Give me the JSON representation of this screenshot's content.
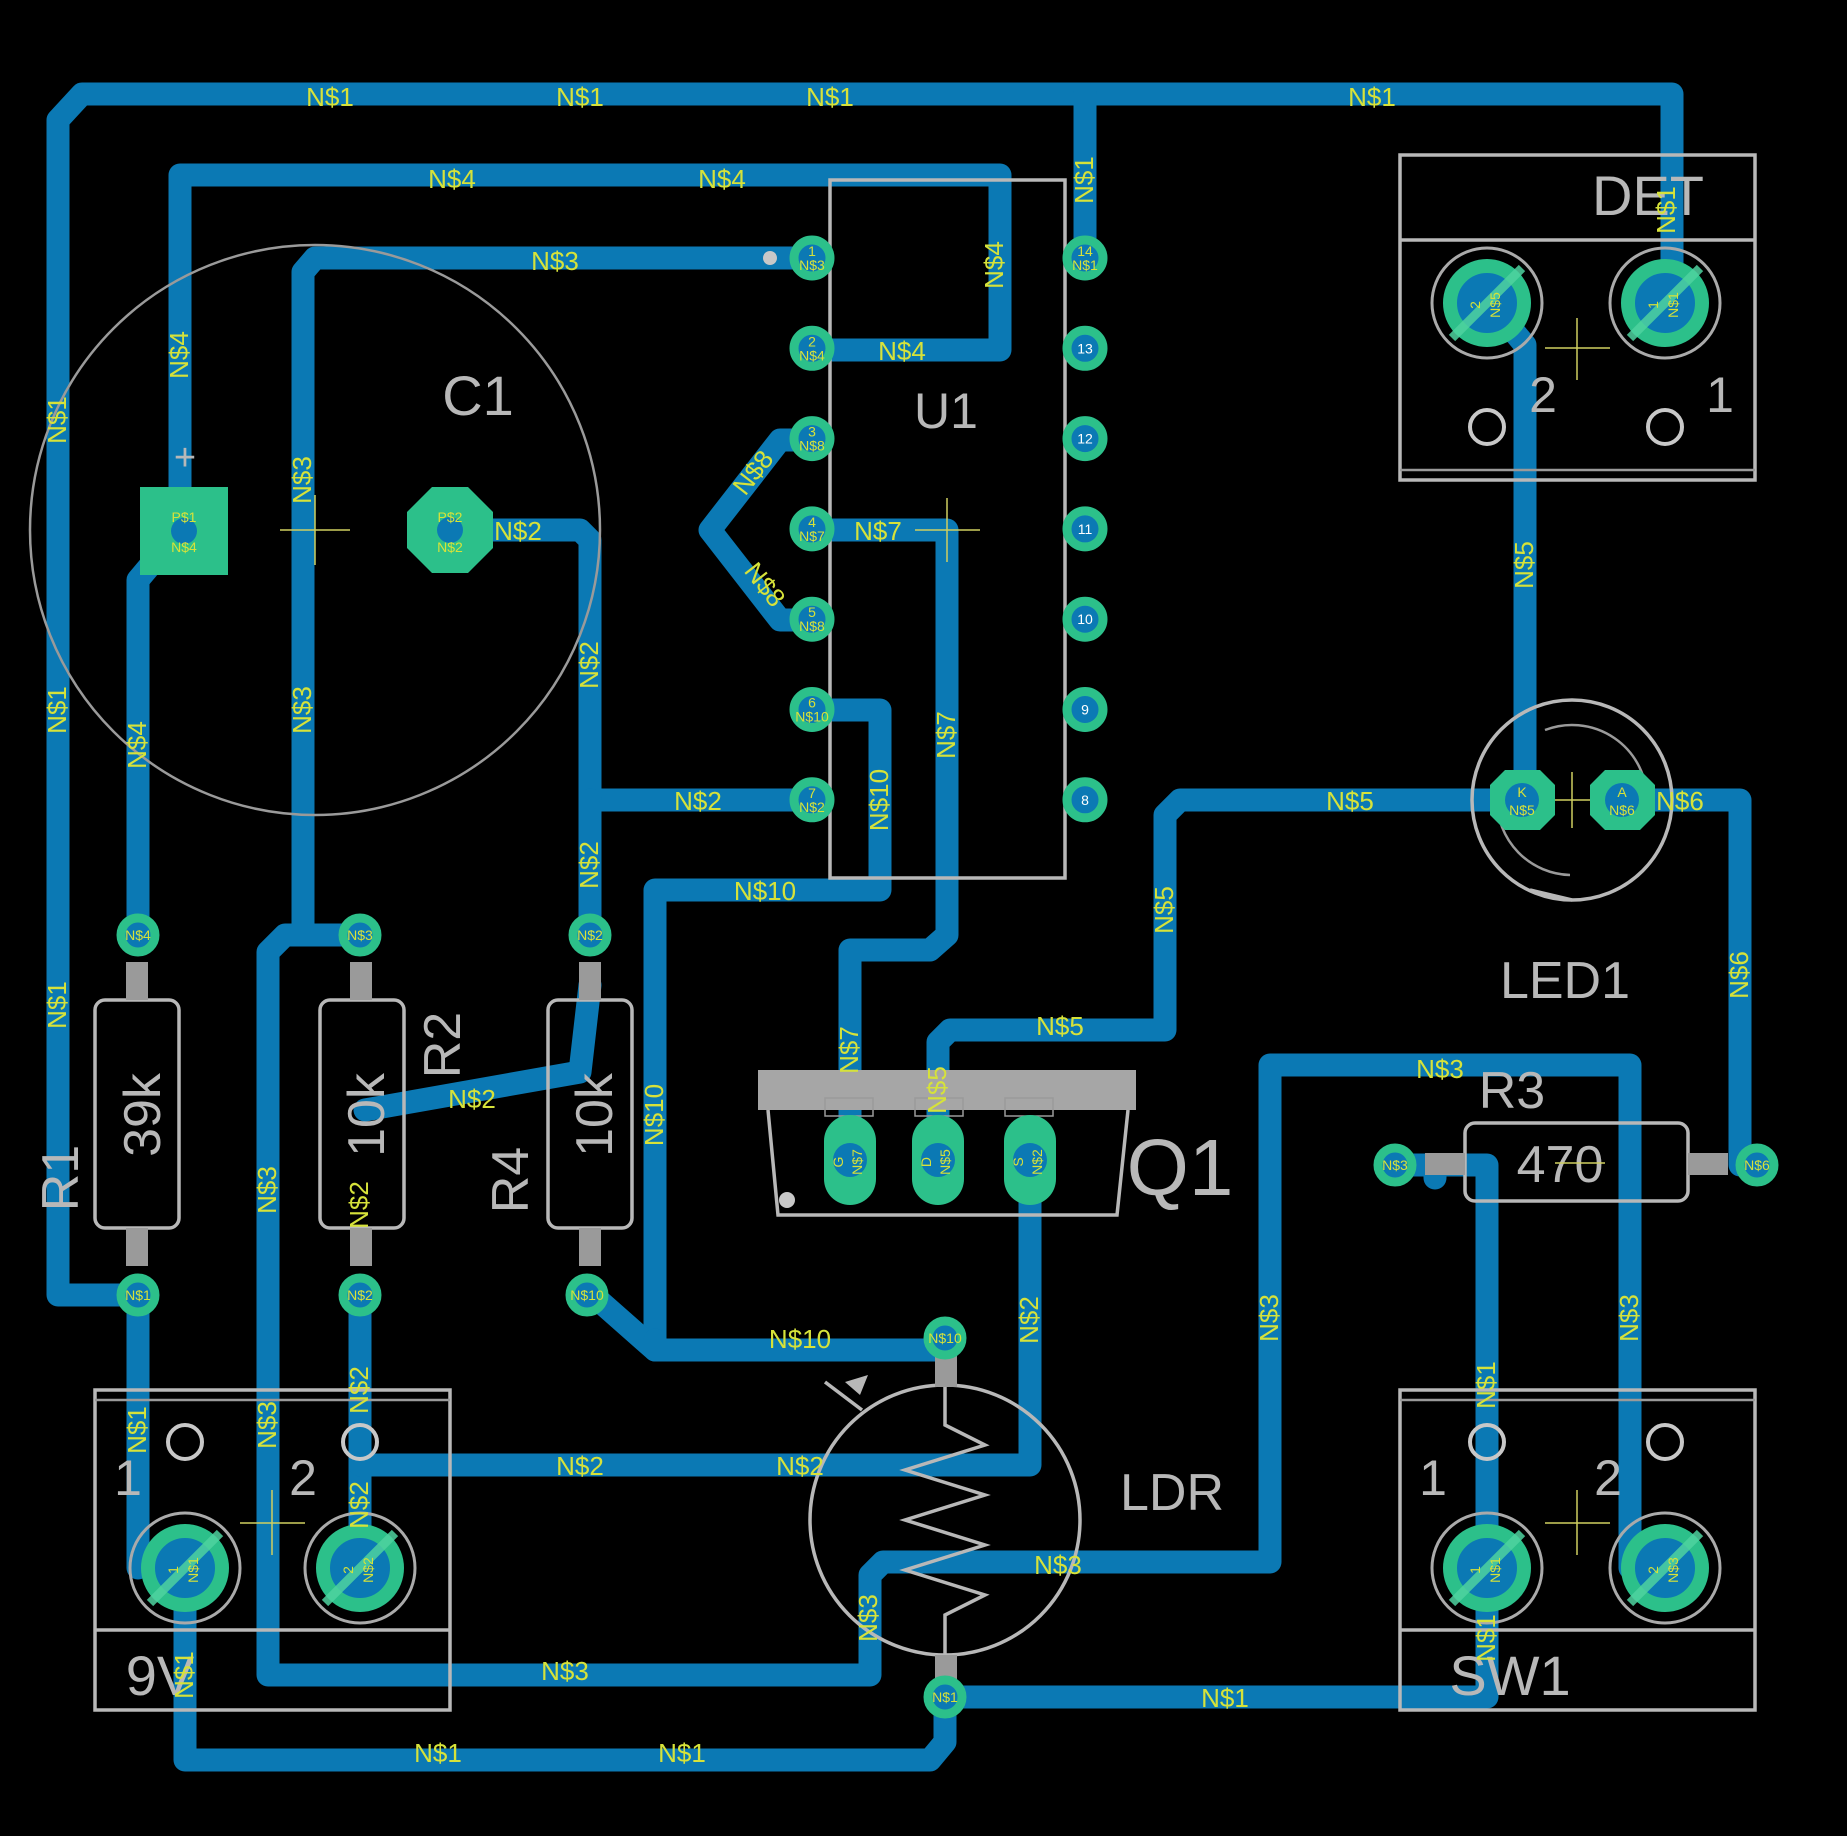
{
  "board": {
    "background": "#000000",
    "copper_color": "#0b79b4",
    "pad_color": "#2cc08a",
    "silk_color": "#b8b8b8",
    "net_label_color": "#d6e23a"
  },
  "components": {
    "c1": {
      "name": "C1",
      "polarity": "+",
      "pad1_a": "P$1",
      "pad1_b": "N$4",
      "pad2_a": "P$2",
      "pad2_b": "N$2"
    },
    "u1": {
      "name": "U1",
      "pins": [
        {
          "num": "1",
          "net": "N$3"
        },
        {
          "num": "2",
          "net": "N$4"
        },
        {
          "num": "3",
          "net": "N$8"
        },
        {
          "num": "4",
          "net": "N$7"
        },
        {
          "num": "5",
          "net": "N$8"
        },
        {
          "num": "6",
          "net": "N$10"
        },
        {
          "num": "7",
          "net": "N$2"
        },
        {
          "num": "8",
          "net": ""
        },
        {
          "num": "9",
          "net": ""
        },
        {
          "num": "10",
          "net": ""
        },
        {
          "num": "11",
          "net": ""
        },
        {
          "num": "12",
          "net": ""
        },
        {
          "num": "13",
          "net": ""
        },
        {
          "num": "14",
          "net": "N$1"
        }
      ]
    },
    "det": {
      "name": "DET",
      "pin1": "1",
      "pin2": "2",
      "pad1_a": "1",
      "pad1_b": "N$1",
      "pad2_a": "2",
      "pad2_b": "N$5"
    },
    "led1": {
      "name": "LED1",
      "pad_k_a": "K",
      "pad_k_b": "N$5",
      "pad_a_a": "A",
      "pad_a_b": "N$6"
    },
    "r1": {
      "name": "R1",
      "value": "39k",
      "pad1": "N$4",
      "pad2": "N$1"
    },
    "r2": {
      "name": "R2",
      "value": "10k",
      "pad1": "N$3",
      "pad2": "N$2"
    },
    "r4": {
      "name": "R4",
      "value": "10k",
      "pad1": "N$2",
      "pad2": "N$10"
    },
    "r3": {
      "name": "R3",
      "value": "470",
      "pad1": "N$3",
      "pad2": "N$6"
    },
    "q1": {
      "name": "Q1",
      "g_a": "G",
      "g_b": "N$7",
      "d_a": "D",
      "d_b": "N$5",
      "s_a": "S",
      "s_b": "N$2"
    },
    "ldr": {
      "name": "LDR",
      "pad1": "N$10",
      "pad2": "N$1"
    },
    "bat": {
      "name": "9V",
      "pin1": "1",
      "pin2": "2",
      "pad1_a": "1",
      "pad1_b": "N$1",
      "pad2_a": "2",
      "pad2_b": "N$2"
    },
    "sw1": {
      "name": "SW1",
      "pin1": "1",
      "pin2": "2",
      "pad1_a": "1",
      "pad1_b": "N$1",
      "pad2_a": "2",
      "pad2_b": "N$3"
    }
  },
  "net_labels": {
    "n1": "N$1",
    "n2": "N$2",
    "n3": "N$3",
    "n4": "N$4",
    "n5": "N$5",
    "n6": "N$6",
    "n7": "N$7",
    "n8": "N$8",
    "n10": "N$10"
  }
}
